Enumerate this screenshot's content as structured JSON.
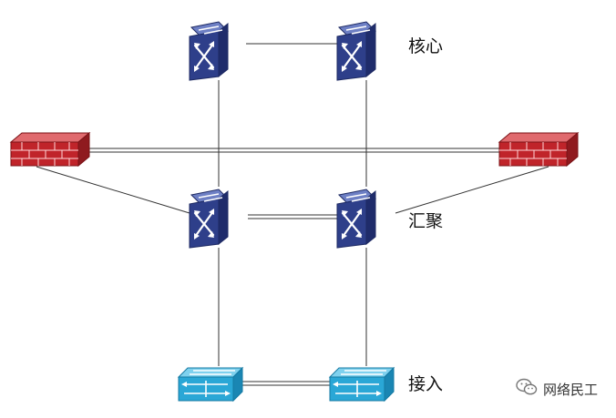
{
  "labels": {
    "core": "核心",
    "aggregation": "汇聚",
    "access": "接入"
  },
  "watermark": {
    "text": "网络民工",
    "icon": "wechat-icon"
  },
  "colors": {
    "core_switch": "#2e3f8a",
    "firewall": "#c0242a",
    "access_switch": "#2aa7d6",
    "link": "#333333"
  }
}
